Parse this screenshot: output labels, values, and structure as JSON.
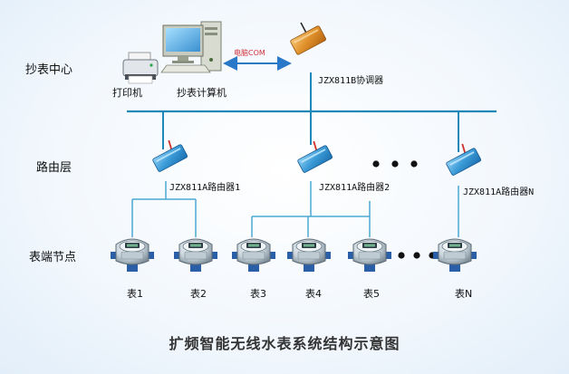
{
  "rows": {
    "center": "抄表中心",
    "router_layer": "路由层",
    "meter_layer": "表端节点"
  },
  "center_devices": {
    "printer": "打印机",
    "computer": "抄表计算机",
    "link": "电脑COM",
    "coordinator": "JZX811B协调器"
  },
  "routers": [
    "JZX811A路由器1",
    "JZX811A路由器2",
    "JZX811A路由器N"
  ],
  "meters": [
    "表1",
    "表2",
    "表3",
    "表4",
    "表5",
    "表N"
  ],
  "title": "扩频智能无线水表系统结构示意图",
  "colors": {
    "bus": "#1f88b8",
    "branch": "#4aa8d4",
    "device_blue": "#3a9ad6",
    "coordinator_orange": "#e0902a",
    "arrow": "#2a78c8",
    "antenna": "#d03028"
  },
  "icons": {
    "printer": "printer-icon",
    "computer": "computer-icon",
    "coordinator": "coordinator-icon",
    "router": "router-icon",
    "meter": "water-meter-icon",
    "ellipsis": "ellipsis-dots"
  }
}
